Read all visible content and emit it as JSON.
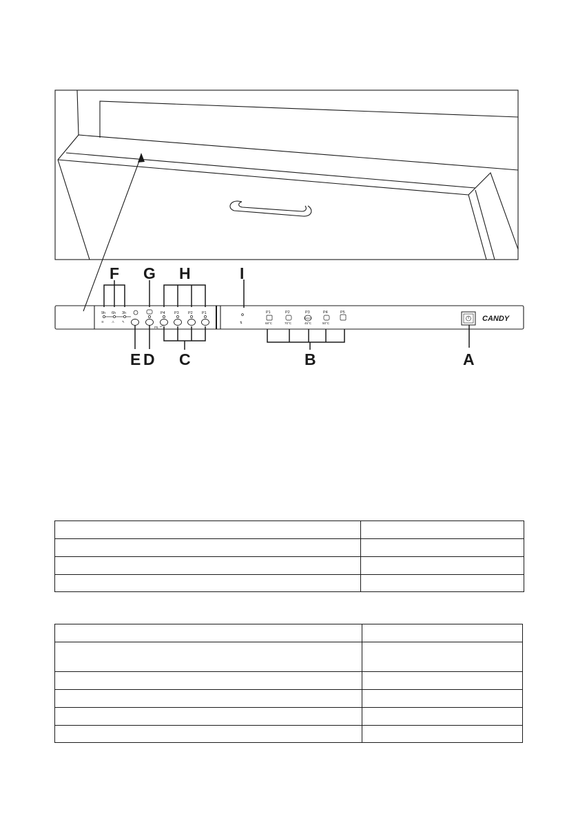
{
  "callouts": {
    "a": "A",
    "b": "B",
    "c": "C",
    "d": "D",
    "e": "E",
    "f": "F",
    "g": "G",
    "h": "H",
    "i": "I"
  },
  "panel": {
    "delay_labels": [
      "9h",
      "6h",
      "3h"
    ],
    "program_led_labels": [
      "P4",
      "P3",
      "P2",
      "P1"
    ],
    "p5_label": "P5",
    "programs": [
      {
        "label": "P1",
        "temp": "68°C"
      },
      {
        "label": "P2",
        "temp": "70°C"
      },
      {
        "label": "P3",
        "temp": "45°C",
        "badge": "ECO"
      },
      {
        "label": "P4",
        "temp": "50°C"
      },
      {
        "label": "P5",
        "temp": ""
      }
    ],
    "brand": "CANDY"
  },
  "colors": {
    "ink": "#1a1a1a",
    "paper": "#ffffff"
  },
  "tables": {
    "table_1": {
      "rows": [
        [
          "",
          ""
        ],
        [
          "",
          ""
        ],
        [
          "",
          ""
        ],
        [
          "",
          ""
        ]
      ]
    },
    "table_2": {
      "rows": [
        [
          "",
          ""
        ],
        [
          "",
          ""
        ],
        [
          "",
          ""
        ],
        [
          "",
          ""
        ],
        [
          "",
          ""
        ],
        [
          "",
          ""
        ]
      ]
    }
  }
}
